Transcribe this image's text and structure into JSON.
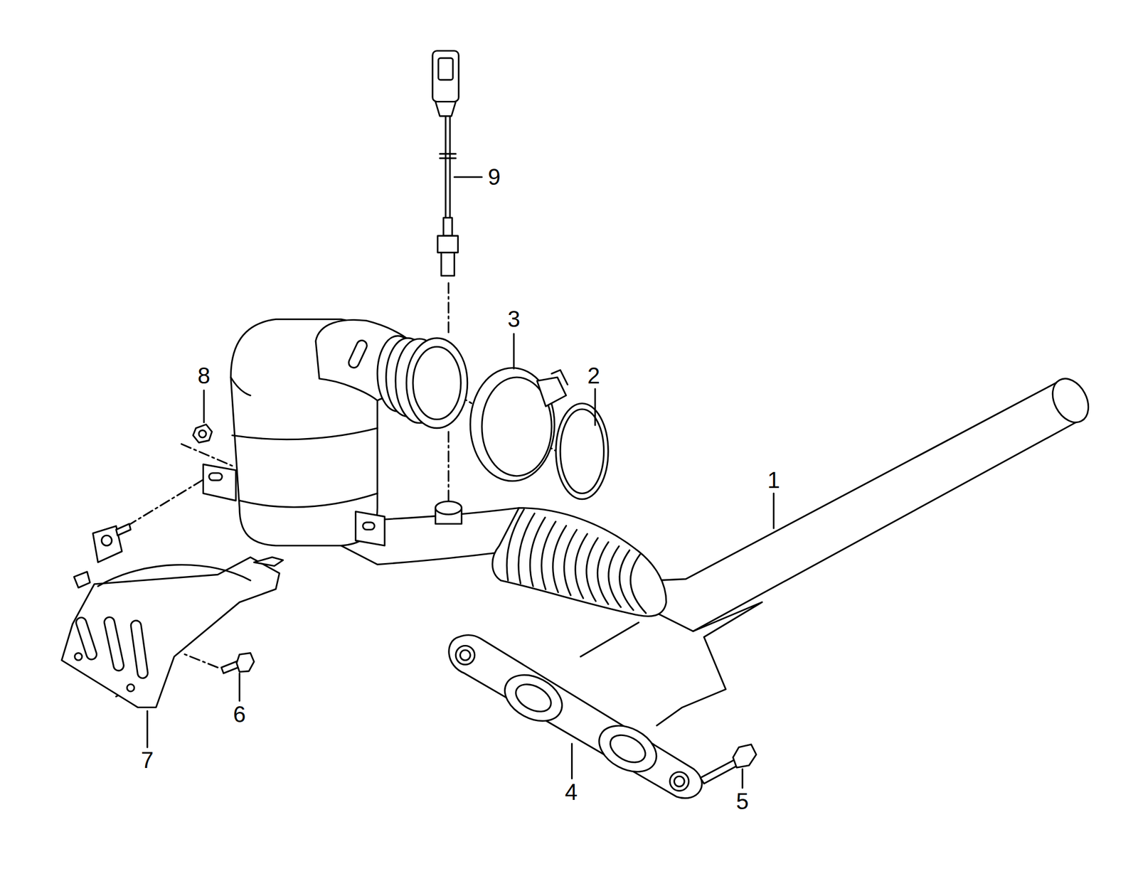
{
  "diagram": {
    "labels": [
      "9",
      "3",
      "2",
      "8",
      "1",
      "7",
      "6",
      "4",
      "5"
    ]
  }
}
